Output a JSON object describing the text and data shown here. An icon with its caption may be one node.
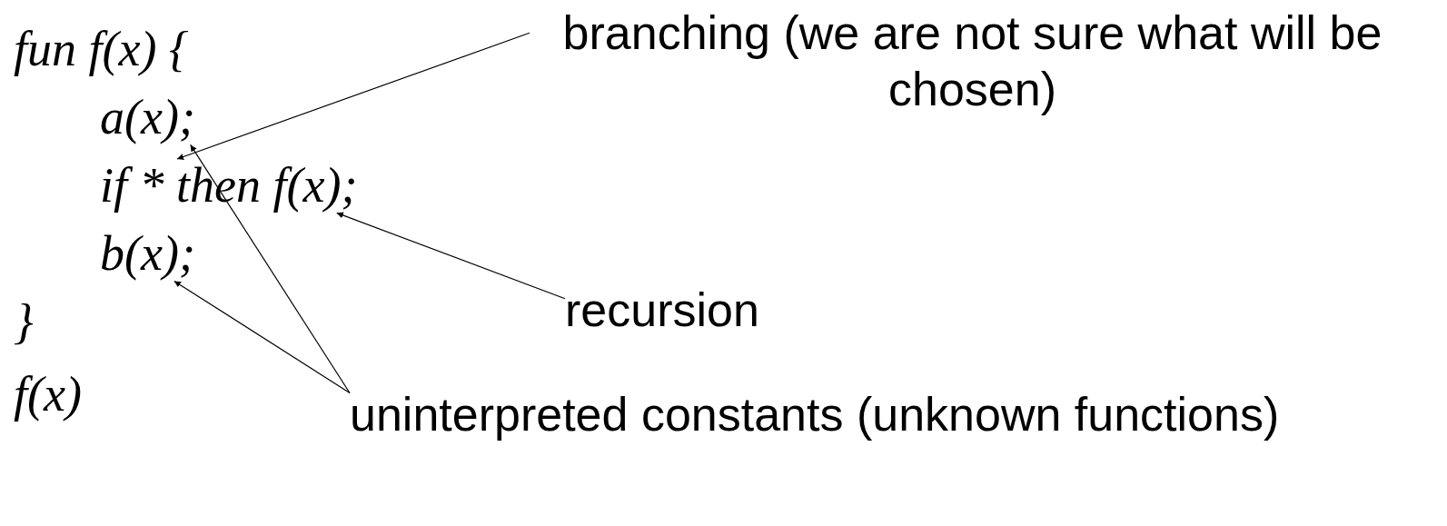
{
  "diagram": {
    "nodes": [
      {
        "text": [
          "a(x);"
        ]
      },
      {
        "text": [
          "if * then f(x);"
        ]
      },
      {
        "text": [
          "b(x);"
        ]
      },
      {
        "text": [
          "branching (we are not sure what will be chosen)"
        ]
      },
      {
        "text": [
          "recursion"
        ]
      },
      {
        "text": [
          "uninterpreted constants (unknown functions)"
        ]
      }
    ],
    "edges": [
      {
        "from": 3,
        "to": 1,
        "arrow": "to"
      },
      {
        "from": 4,
        "to": 1,
        "arrow": "to"
      },
      {
        "from": 5,
        "to": 0,
        "arrow": "to"
      },
      {
        "from": 5,
        "to": 2,
        "arrow": "to"
      }
    ],
    "labels": [
      "fun f(x) {",
      "}",
      "f(x)"
    ]
  }
}
